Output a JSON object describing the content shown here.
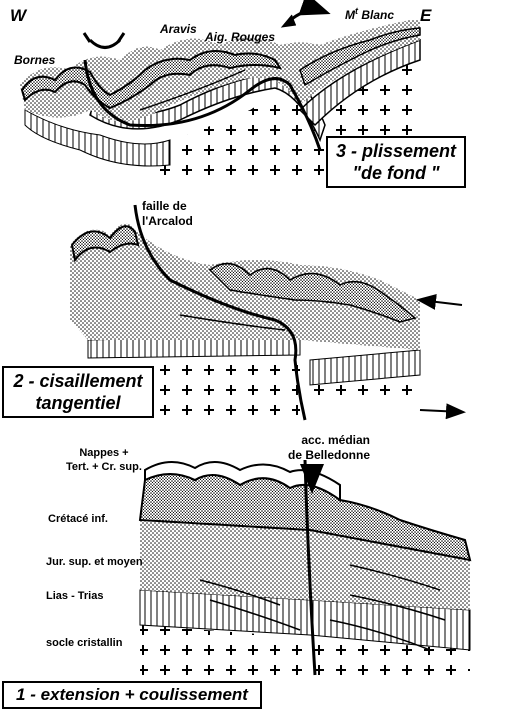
{
  "compass": {
    "west": "W",
    "east": "E"
  },
  "panel3": {
    "labels": {
      "bornes": "Bornes",
      "aravis": "Aravis",
      "aig_rouges": "Aig. Rouges",
      "mont_blanc_prefix": "M",
      "mont_blanc_sup": "t",
      "mont_blanc_suffix": " Blanc"
    },
    "title_line1": "3 - plissement",
    "title_line2": "\"de fond \""
  },
  "panel2": {
    "fault_line1": "faille de",
    "fault_line2": "l'Arcalod",
    "title_line1": "2 - cisaillement",
    "title_line2": "tangentiel"
  },
  "panel1": {
    "accident_line1": "acc. médian",
    "accident_line2": "de Belledonne",
    "legend": {
      "nappes_line1": "Nappes +",
      "nappes_line2": "Tert. + Cr. sup.",
      "cretace": "Crétacé inf.",
      "jurassique": "Jur. sup. et moyen",
      "lias": "Lias - Trias",
      "socle": "socle cristallin"
    },
    "title": "1 - extension + coulissement"
  }
}
